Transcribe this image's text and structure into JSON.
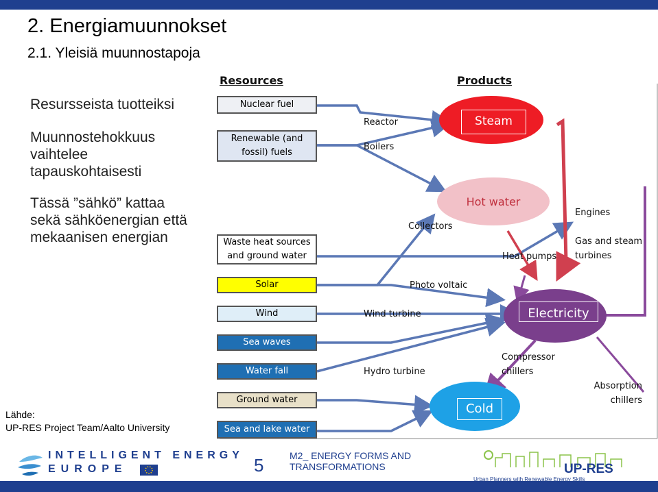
{
  "slide": {
    "title": "2.  Energiamuunnokset",
    "subtitle": "2.1. Yleisiä muunnostapoja",
    "side_1": "Resursseista tuotteiksi",
    "side_2_lines": [
      "Muunnostehokkuus",
      "vaihtelee",
      "tapauskohtaisesti"
    ],
    "side_3_lines": [
      "Tässä ”sähkö” kattaa",
      "sekä sähköenergian että",
      "mekaanisen energian"
    ],
    "source_lines": [
      "Lähde:",
      "UP-RES Project Team/Aalto University"
    ]
  },
  "diagram": {
    "header_resources": "Resources",
    "header_products": "Products",
    "resources": {
      "nuclear": "Nuclear fuel",
      "renewable_lines": [
        "Renewable (and",
        "fossil) fuels"
      ],
      "waste_lines": [
        "Waste heat sources",
        "and ground water"
      ],
      "solar": "Solar",
      "wind": "Wind",
      "sea_waves": "Sea waves",
      "water_fall": "Water fall",
      "ground_water": "Ground water",
      "sea_lake": "Sea and lake water"
    },
    "converters": {
      "reactor": "Reactor",
      "boilers": "Boilers",
      "collectors": "Collectors",
      "heat_pumps": "Heat pumps",
      "engines": "Engines",
      "gas_steam_lines": [
        "Gas and steam",
        "turbines"
      ],
      "photo_voltaic": "Photo voltaic",
      "wind_turbine": "Wind turbine",
      "hydro_turbine": "Hydro turbine",
      "compressor_lines": [
        "Compressor",
        "chillers"
      ],
      "absorption_lines": [
        "Absorption",
        "chillers"
      ]
    },
    "products": {
      "steam": "Steam",
      "hot_water": "Hot water",
      "electricity": "Electricity",
      "cold": "Cold"
    }
  },
  "footer": {
    "logo_text_top": "INTELLIGENT ENERGY",
    "logo_text_bottom": "EUROPE",
    "page_number": "5",
    "module_lines": [
      "M2_ ENERGY FORMS AND",
      "TRANSFORMATIONS"
    ],
    "upres_logo": "UP-RES",
    "upres_tagline": "Urban Planners with Renewable Energy Skills"
  },
  "colors": {
    "bar_blue": "#1f3f8f",
    "steam_red": "#ee1c25",
    "hot_water_pink": "#f2c1c8",
    "electricity_purple": "#7a3f8c",
    "cold_blue": "#1ea1e6",
    "arrow_blue": "#5b78b5",
    "arrow_red": "#d0404f",
    "arrow_purple": "#8a4a9c"
  }
}
